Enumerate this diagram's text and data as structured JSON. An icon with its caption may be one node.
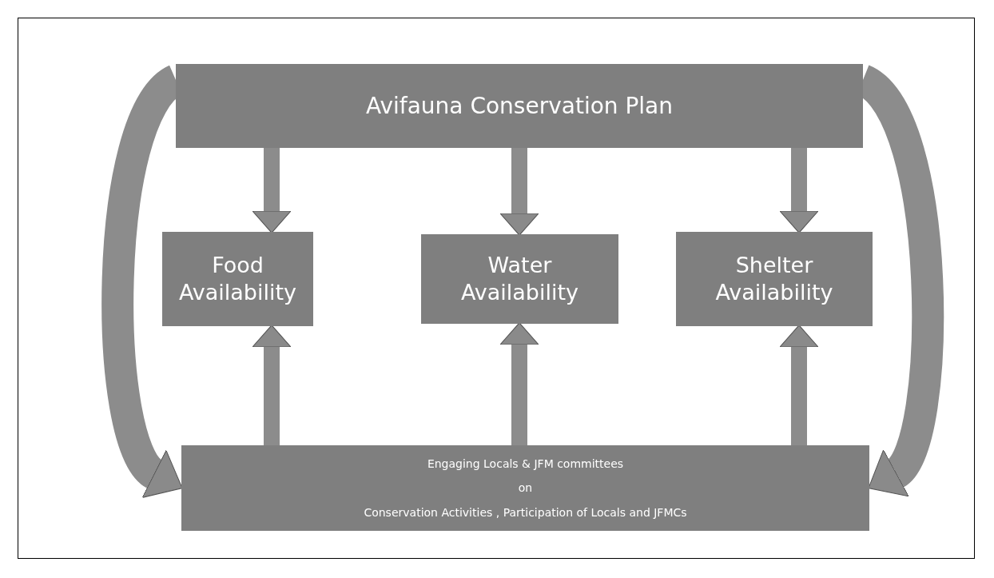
{
  "diagram": {
    "nodes": [
      {
        "text": [
          "Avifauna Conservation Plan"
        ]
      },
      {
        "text": [
          "Food Availability"
        ]
      },
      {
        "text": [
          "Water Availability"
        ]
      },
      {
        "text": [
          "Shelter Availability"
        ]
      },
      {
        "text": [
          "Engaging  Locals & JFM committees",
          "on",
          "Conservation Activities , Participation of Locals and JFMCs"
        ]
      }
    ],
    "edges": [
      {
        "from": 0,
        "to": 1,
        "arrow": "to"
      },
      {
        "from": 0,
        "to": 2,
        "arrow": "to"
      },
      {
        "from": 0,
        "to": 3,
        "arrow": "to"
      },
      {
        "from": 4,
        "to": 1,
        "arrow": "to"
      },
      {
        "from": 4,
        "to": 2,
        "arrow": "to"
      },
      {
        "from": 4,
        "to": 3,
        "arrow": "to"
      },
      {
        "from": 0,
        "to": 4,
        "arrow": "to",
        "style": "thick"
      },
      {
        "from": 0,
        "to": 4,
        "arrow": "to",
        "style": "thick"
      }
    ]
  }
}
